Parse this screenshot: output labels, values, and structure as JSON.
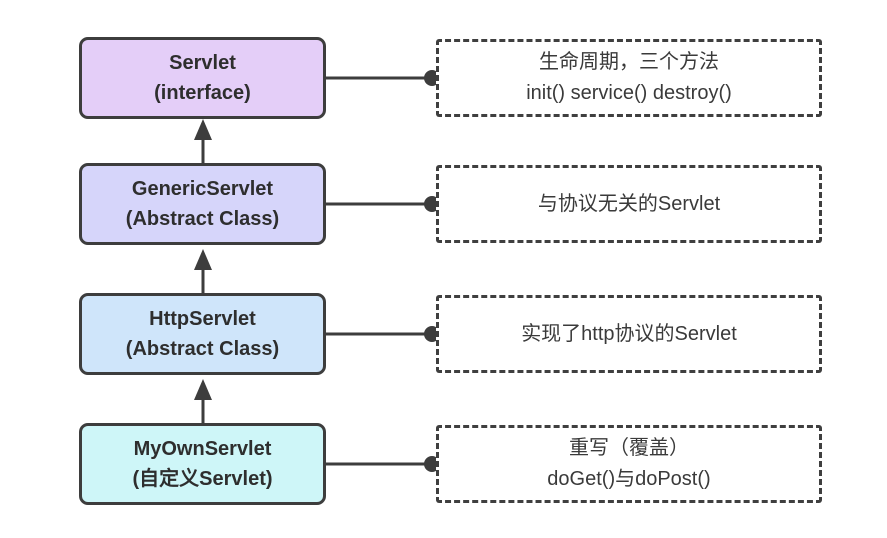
{
  "diagram": {
    "title_hint": "Servlet class hierarchy",
    "colors": {
      "stroke": "#3d3d3d",
      "background": "#ffffff",
      "node_text": "#2e2e2e",
      "note_text": "#3a3a3a"
    },
    "nodes": [
      {
        "line1": "Servlet",
        "line2": "(interface)",
        "fill": "#e4cef8"
      },
      {
        "line1": "GenericServlet",
        "line2": "(Abstract Class)",
        "fill": "#d6d5fa"
      },
      {
        "line1": "HttpServlet",
        "line2": "(Abstract Class)",
        "fill": "#cfe5fa"
      },
      {
        "line1": "MyOwnServlet",
        "line2": "(自定义Servlet)",
        "fill": "#cef6f8"
      }
    ],
    "notes": [
      {
        "line1": "生命周期，三个方法",
        "line2": "init() service() destroy()"
      },
      {
        "line1": "与协议无关的Servlet",
        "line2": ""
      },
      {
        "line1": "实现了http协议的Servlet",
        "line2": ""
      },
      {
        "line1": "重写（覆盖）",
        "line2": "doGet()与doPost()"
      }
    ],
    "edges": [
      {
        "name": "myownservlet-extends-httpservlet"
      },
      {
        "name": "httpservlet-extends-genericservlet"
      },
      {
        "name": "genericservlet-implements-servlet"
      }
    ]
  }
}
